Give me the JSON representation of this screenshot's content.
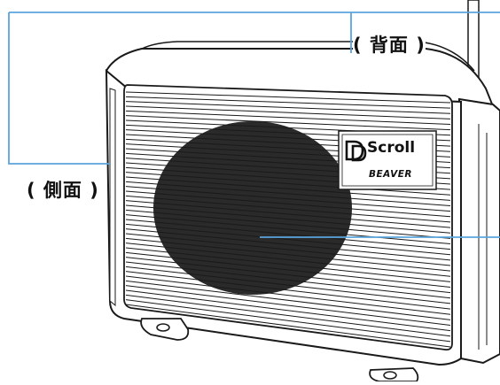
{
  "labels": {
    "back": "( 背面 )",
    "side": "( 側面 )"
  },
  "brand": {
    "logo_mark": "D-logo",
    "name": "Scroll",
    "sub": "BEAVER"
  },
  "colors": {
    "leader_line": "#5ba4dc",
    "outline": "#1a1a1a",
    "background": "#ffffff"
  }
}
